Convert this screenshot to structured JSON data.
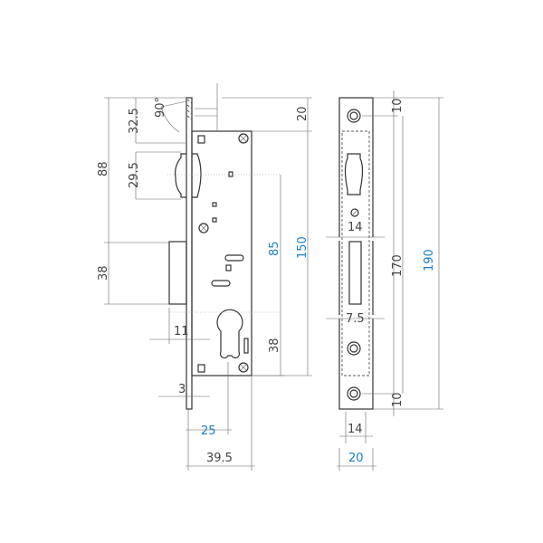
{
  "colors": {
    "line": "#333333",
    "highlight_dimension": "#1a7fc9"
  },
  "lock_body": {
    "angle": "90°",
    "dims": {
      "latch_offset": "32.5",
      "top_to_bolt": "88",
      "latch_height": "29.5",
      "bolt_height": "38",
      "bolt_throw": "11",
      "faceplate_thickness": "3",
      "backset": "25",
      "body_depth": "39.5",
      "top_margin": "20",
      "handle_to_cylinder": "85",
      "body_height": "150",
      "cylinder_to_bottom": "38"
    }
  },
  "strike_plate": {
    "dims": {
      "top_screw": "10",
      "latch_width": "14",
      "slot_length": "170",
      "plate_length": "190",
      "slot_width": "7.5",
      "bottom_screw": "10",
      "screw_spacing_width": "14",
      "plate_width": "20"
    }
  }
}
